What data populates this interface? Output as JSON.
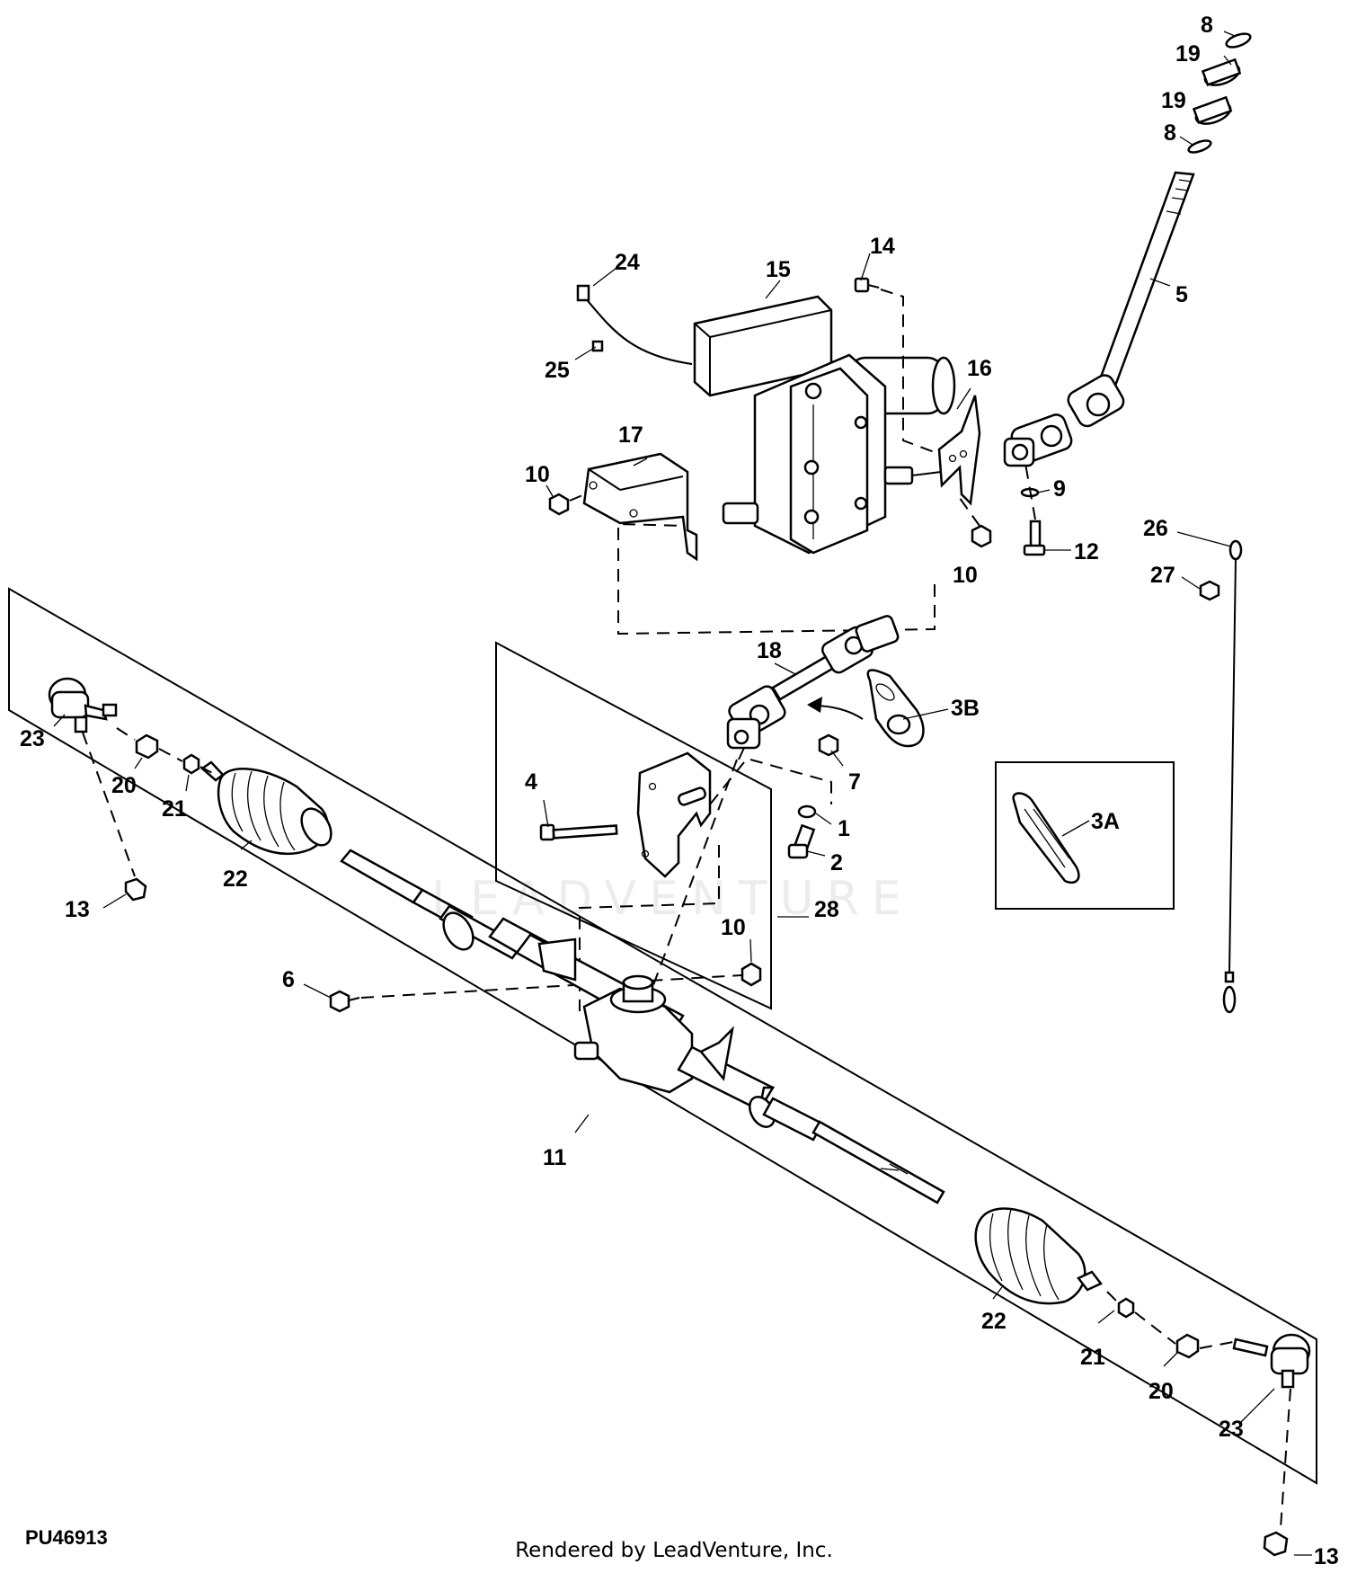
{
  "figure_id": "PU46913",
  "footer_credit": "Rendered by LeadVenture, Inc.",
  "watermark": "LEADVENTURE",
  "callouts": {
    "c1": "1",
    "c2": "2",
    "c3A": "3A",
    "c3B": "3B",
    "c4": "4",
    "c5": "5",
    "c6": "6",
    "c7": "7",
    "c8a": "8",
    "c8b": "8",
    "c9": "9",
    "c10a": "10",
    "c10b": "10",
    "c10c": "10",
    "c11": "11",
    "c12": "12",
    "c13a": "13",
    "c13b": "13",
    "c14": "14",
    "c15": "15",
    "c16": "16",
    "c17": "17",
    "c18": "18",
    "c19a": "19",
    "c19b": "19",
    "c20a": "20",
    "c20b": "20",
    "c21a": "21",
    "c21b": "21",
    "c22a": "22",
    "c22b": "22",
    "c23a": "23",
    "c23b": "23",
    "c24": "24",
    "c25": "25",
    "c26": "26",
    "c27": "27",
    "c28": "28"
  },
  "icons": {
    "steering-motor": "electric-power-steering-unit",
    "rack": "steering-rack-and-pinion",
    "u-joint": "universal-joint",
    "boot": "bellows-boot",
    "tie-rod-end": "tie-rod-end",
    "cable": "tether-cable"
  }
}
